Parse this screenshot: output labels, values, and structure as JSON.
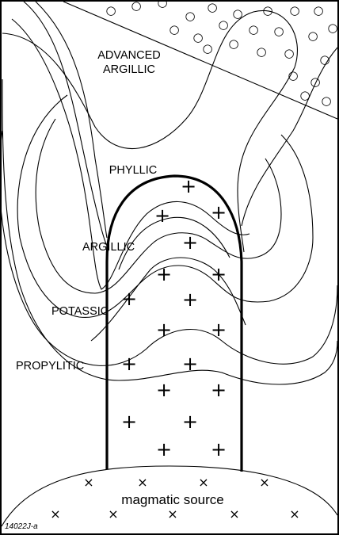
{
  "labels": {
    "advanced_argillic_line1": "ADVANCED",
    "advanced_argillic_line2": "ARGILLIC",
    "phyllic": "PHYLLIC",
    "argillic": "ARGILLIC",
    "potassic": "POTASSIC",
    "propylitic": "PROPYLITIC",
    "magmatic_source": "magmatic source",
    "figure_id": "14022J-a"
  },
  "symbols": {
    "intrusion": "+",
    "magmatic_source": "×",
    "surface_deposit": "○"
  }
}
